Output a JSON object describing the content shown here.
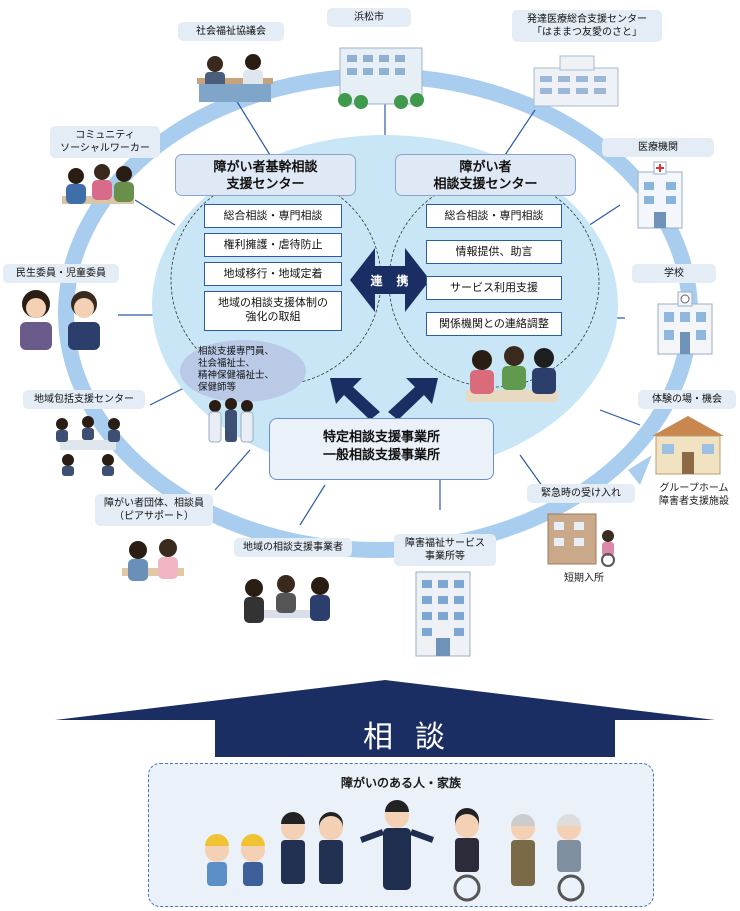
{
  "colors": {
    "ring": "#a9cdee",
    "ellipse": "#c8e6f6",
    "navy": "#1b2e63",
    "box_border": "#2b5aa6",
    "label_bg": "#e4ecf5"
  },
  "ring_nodes": {
    "social_welfare_council": "社会福祉協議会",
    "hamamatsu_city": "浜松市",
    "dev_center_line1": "発達医療総合支援センター",
    "dev_center_line2": "「はままつ友愛のさと」",
    "medical": "医療機関",
    "school": "学校",
    "experience_line1": "体験の場・機会",
    "group_home_line1": "グループホーム",
    "group_home_line2": "障害者支援施設",
    "emergency": "緊急時の受け入れ",
    "short_stay": "短期入所",
    "welfare_service_line1": "障害福祉サービス",
    "welfare_service_line2": "事業所等",
    "local_providers": "地域の相談支援事業者",
    "disability_group_line1": "障がい者団体、相談員",
    "disability_group_line2": "（ピアサポート）",
    "community_center": "地域包括支援センター",
    "minsei": "民生委員・児童委員",
    "csw_line1": "コミュニティ",
    "csw_line2": "ソーシャルワーカー"
  },
  "left_center": {
    "title_line1": "障がい者基幹相談",
    "title_line2": "支援センター",
    "items": [
      "総合相談・専門相談",
      "権利擁護・虐待防止",
      "地域移行・地域定着",
      "地域の相談支援体制の",
      "強化の取組"
    ],
    "staff": [
      "相談支援専門員、",
      "社会福祉士、",
      "精神保健福祉士、",
      "保健師等"
    ]
  },
  "right_center": {
    "title_line1": "障がい者",
    "title_line2": "相談支援センター",
    "items": [
      "総合相談・専門相談",
      "情報提供、助言",
      "サービス利用支援",
      "関係機関との連絡調整"
    ]
  },
  "link_label": "連　携",
  "bottom_office": {
    "line1": "特定相談支援事業所",
    "line2": "一般相談支援事業所"
  },
  "consult_label": "相談",
  "family_label": "障がいのある人・家族"
}
